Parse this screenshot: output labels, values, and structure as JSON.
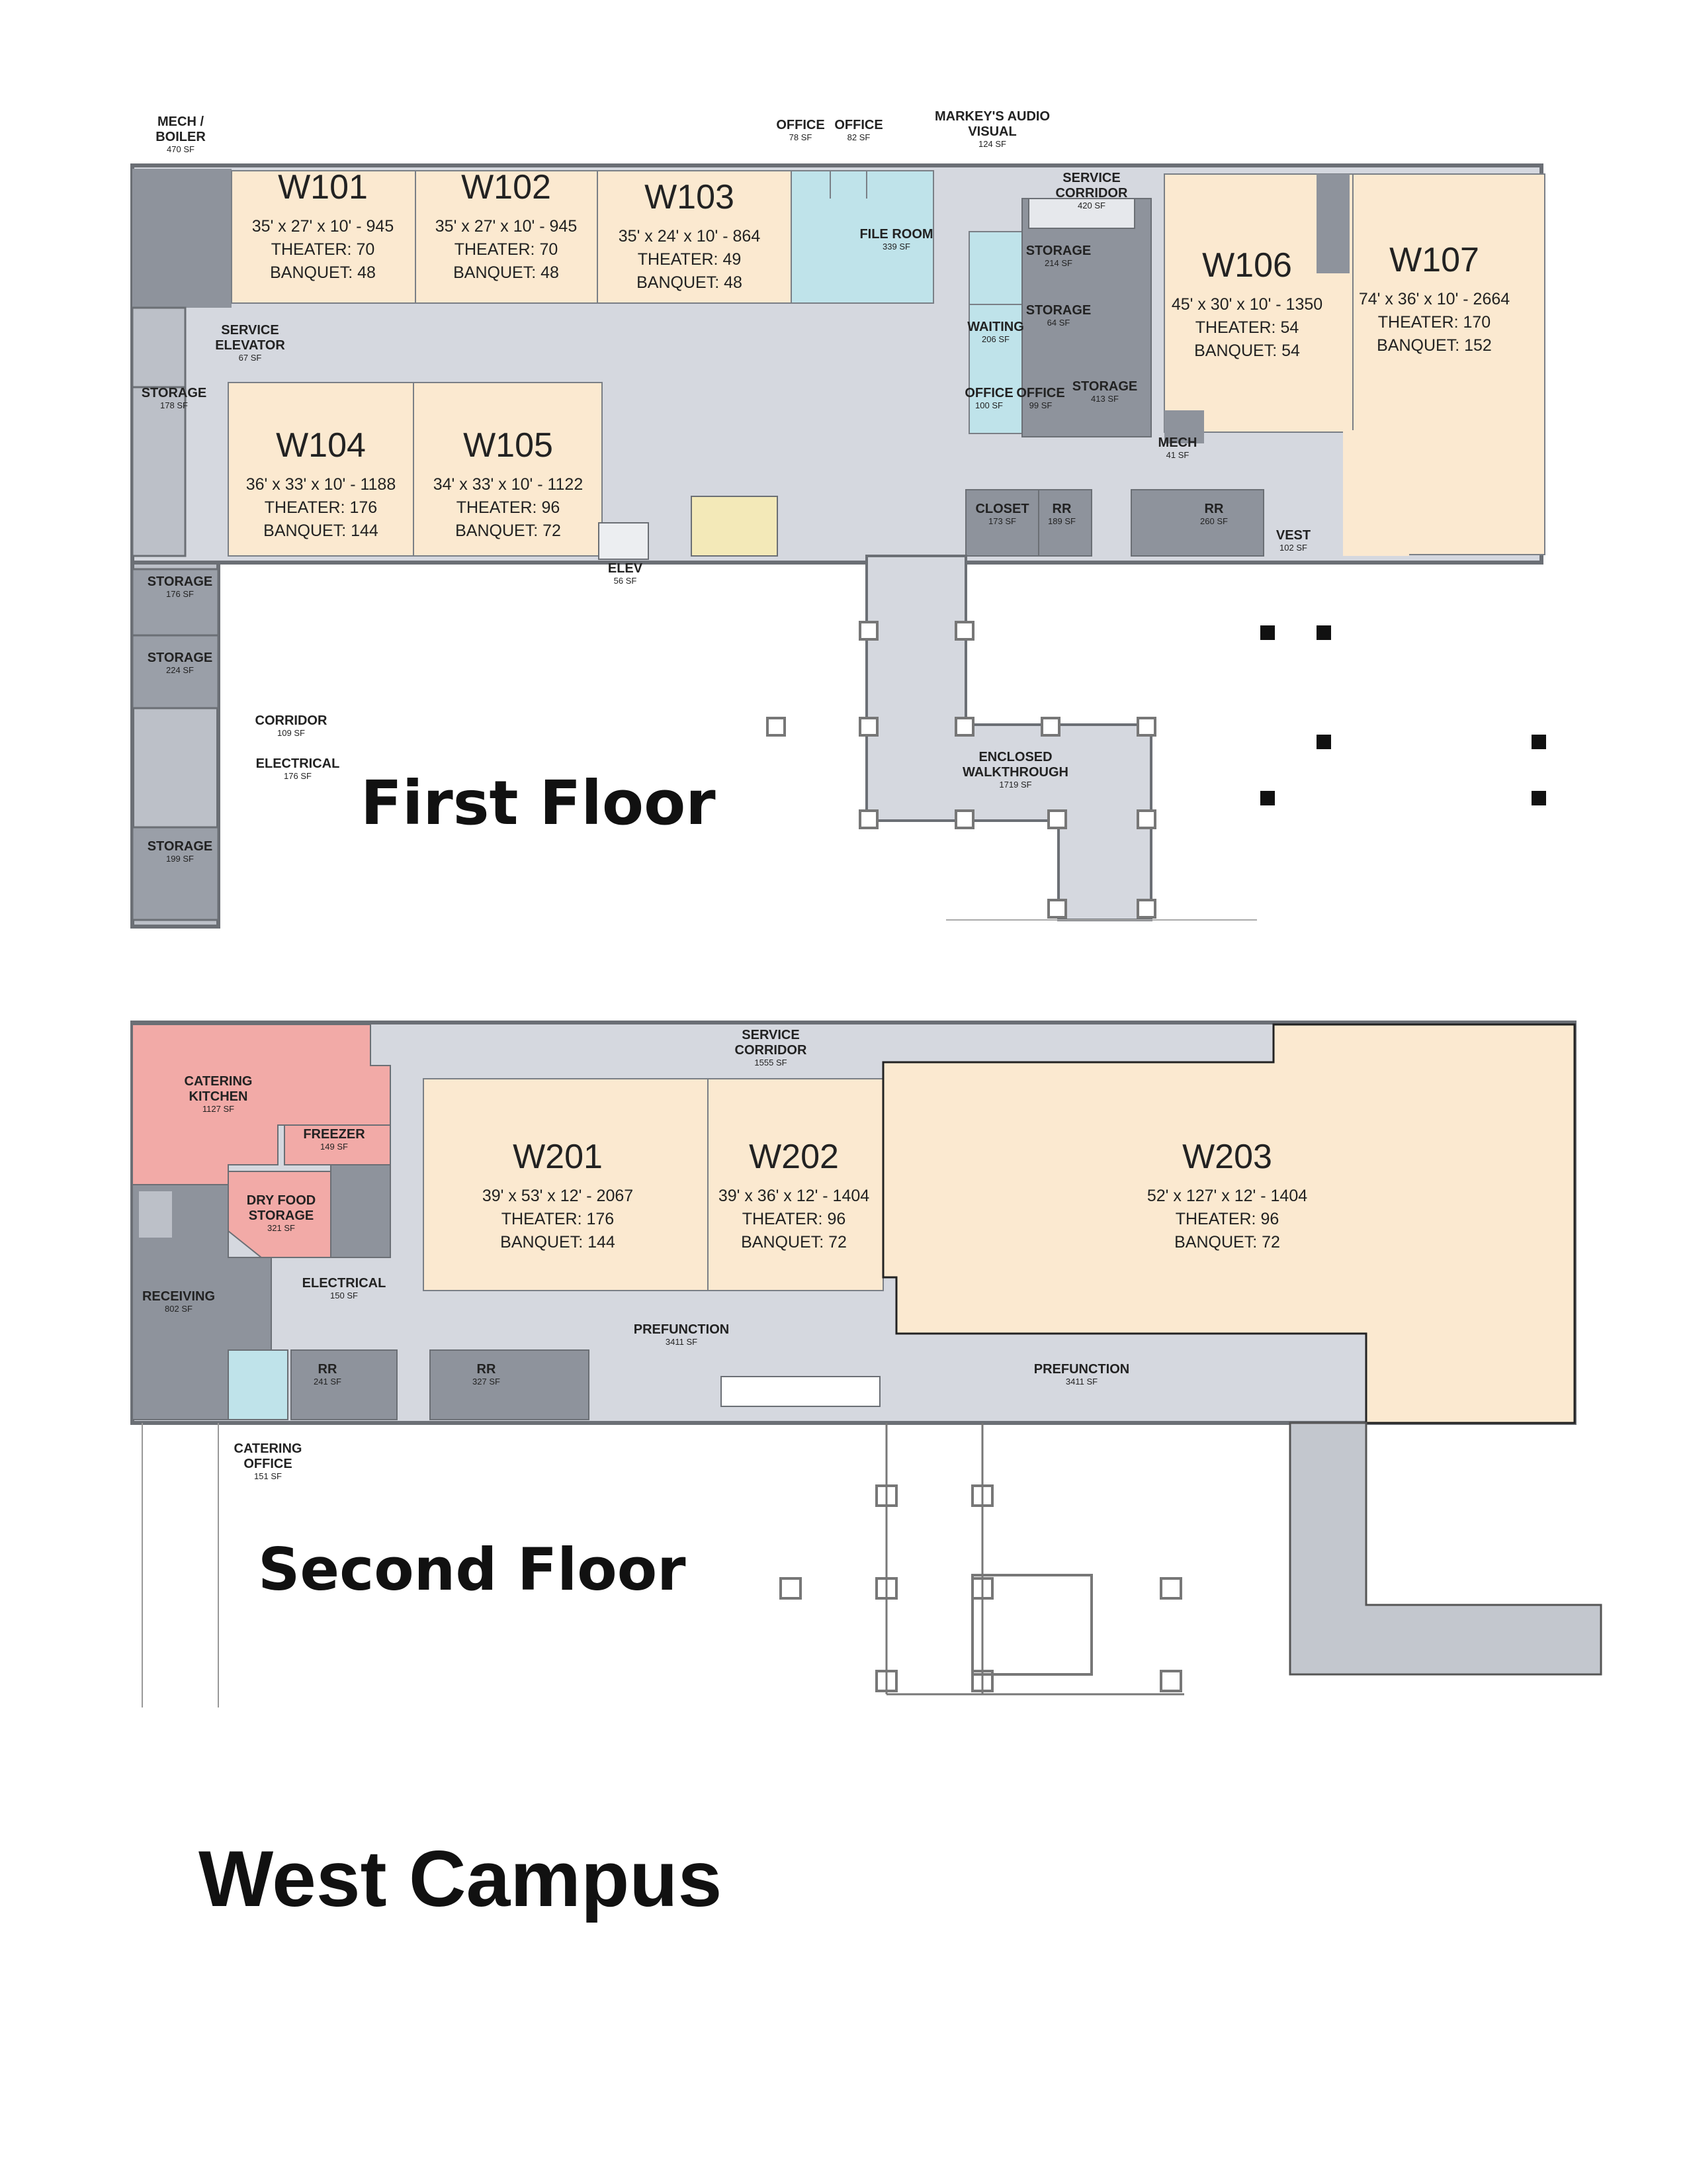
{
  "floors": [
    {
      "id": "first",
      "label": "First Floor",
      "rooms": [
        {
          "id": "W101",
          "name": "W101",
          "dims": "35' x 27' x 10' - 945",
          "theater": "THEATER: 70",
          "banquet": "BANQUET: 48",
          "color": "#fbe9d0"
        },
        {
          "id": "W102",
          "name": "W102",
          "dims": "35' x 27' x 10' - 945",
          "theater": "THEATER: 70",
          "banquet": "BANQUET: 48",
          "color": "#fbe9d0"
        },
        {
          "id": "W103",
          "name": "W103",
          "dims": "35' x 24' x 10' - 864",
          "theater": "THEATER: 49",
          "banquet": "BANQUET: 48",
          "color": "#fbe9d0"
        },
        {
          "id": "W104",
          "name": "W104",
          "dims": "36' x 33' x 10' - 1188",
          "theater": "THEATER: 176",
          "banquet": "BANQUET: 144",
          "color": "#fbe9d0"
        },
        {
          "id": "W105",
          "name": "W105",
          "dims": "34' x 33' x 10' - 1122",
          "theater": "THEATER: 96",
          "banquet": "BANQUET: 72",
          "color": "#fbe9d0"
        },
        {
          "id": "W106",
          "name": "W106",
          "dims": "45' x 30' x 10' - 1350",
          "theater": "THEATER: 54",
          "banquet": "BANQUET: 54",
          "color": "#fbe9d0"
        },
        {
          "id": "W107",
          "name": "W107",
          "dims": "74' x 36' x 10' - 2664",
          "theater": "THEATER: 170",
          "banquet": "BANQUET: 152",
          "color": "#fbe9d0"
        }
      ],
      "spaces": [
        {
          "id": "mech-boiler",
          "name": "MECH / BOILER",
          "area": "470 SF"
        },
        {
          "id": "office-1",
          "name": "OFFICE",
          "area": "78 SF"
        },
        {
          "id": "office-2",
          "name": "OFFICE",
          "area": "82 SF"
        },
        {
          "id": "markeys-av",
          "name": "MARKEY'S AUDIO VISUAL",
          "area": "124 SF"
        },
        {
          "id": "service-corridor",
          "name": "SERVICE CORRIDOR",
          "area": "420 SF"
        },
        {
          "id": "file-room",
          "name": "FILE ROOM",
          "area": "339 SF"
        },
        {
          "id": "storage-214",
          "name": "STORAGE",
          "area": "214 SF"
        },
        {
          "id": "storage-64",
          "name": "STORAGE",
          "area": "64 SF"
        },
        {
          "id": "waiting",
          "name": "WAITING",
          "area": "206 SF"
        },
        {
          "id": "office-3",
          "name": "OFFICE",
          "area": "100 SF"
        },
        {
          "id": "office-4",
          "name": "OFFICE",
          "area": "99 SF"
        },
        {
          "id": "storage-413",
          "name": "STORAGE",
          "area": "413 SF"
        },
        {
          "id": "mech",
          "name": "MECH",
          "area": "41 SF"
        },
        {
          "id": "service-elevator",
          "name": "SERVICE ELEVATOR",
          "area": "67 SF"
        },
        {
          "id": "storage-178",
          "name": "STORAGE",
          "area": "178 SF"
        },
        {
          "id": "closet",
          "name": "CLOSET",
          "area": "173 SF"
        },
        {
          "id": "rr-189",
          "name": "RR",
          "area": "189 SF"
        },
        {
          "id": "rr-260",
          "name": "RR",
          "area": "260 SF"
        },
        {
          "id": "vest",
          "name": "VEST",
          "area": "102 SF"
        },
        {
          "id": "elev",
          "name": "ELEV",
          "area": "56 SF"
        },
        {
          "id": "storage-176",
          "name": "STORAGE",
          "area": "176 SF"
        },
        {
          "id": "storage-224",
          "name": "STORAGE",
          "area": "224 SF"
        },
        {
          "id": "corridor",
          "name": "CORRIDOR",
          "area": "109 SF"
        },
        {
          "id": "electrical",
          "name": "ELECTRICAL",
          "area": "176 SF"
        },
        {
          "id": "storage-199",
          "name": "STORAGE",
          "area": "199 SF"
        },
        {
          "id": "enclosed-walkthrough",
          "name": "ENCLOSED WALKTHROUGH",
          "area": "1719 SF"
        }
      ]
    },
    {
      "id": "second",
      "label": "Second Floor",
      "rooms": [
        {
          "id": "W201",
          "name": "W201",
          "dims": "39' x 53' x 12' - 2067",
          "theater": "THEATER: 176",
          "banquet": "BANQUET: 144",
          "color": "#fbe9d0"
        },
        {
          "id": "W202",
          "name": "W202",
          "dims": "39' x 36' x 12' - 1404",
          "theater": "THEATER: 96",
          "banquet": "BANQUET: 72",
          "color": "#fbe9d0"
        },
        {
          "id": "W203",
          "name": "W203",
          "dims": "52' x 127' x 12' - 1404",
          "theater": "THEATER: 96",
          "banquet": "BANQUET: 72",
          "color": "#fbe9d0"
        }
      ],
      "spaces": [
        {
          "id": "catering-kitchen",
          "name": "CATERING KITCHEN",
          "area": "1127 SF"
        },
        {
          "id": "freezer",
          "name": "FREEZER",
          "area": "149 SF"
        },
        {
          "id": "dry-food-storage",
          "name": "DRY FOOD STORAGE",
          "area": "321 SF"
        },
        {
          "id": "service-corridor-2",
          "name": "SERVICE CORRIDOR",
          "area": "1555 SF"
        },
        {
          "id": "receiving",
          "name": "RECEIVING",
          "area": "802 SF"
        },
        {
          "id": "electrical-2",
          "name": "ELECTRICAL",
          "area": "150 SF"
        },
        {
          "id": "prefunction-1",
          "name": "PREFUNCTION",
          "area": "3411 SF"
        },
        {
          "id": "prefunction-2",
          "name": "PREFUNCTION",
          "area": "3411 SF"
        },
        {
          "id": "rr-241",
          "name": "RR",
          "area": "241 SF"
        },
        {
          "id": "rr-327",
          "name": "RR",
          "area": "327 SF"
        },
        {
          "id": "catering-office",
          "name": "CATERING OFFICE",
          "area": "151 SF"
        }
      ]
    }
  ],
  "campus_title": "West Campus",
  "colors": {
    "event_room": "#fbe9d0",
    "circulation": "#d5d8df",
    "service": "#8e939c",
    "office": "#bfe3ea",
    "kitchen": "#f2aaa7",
    "wall": "#6b6f75"
  }
}
